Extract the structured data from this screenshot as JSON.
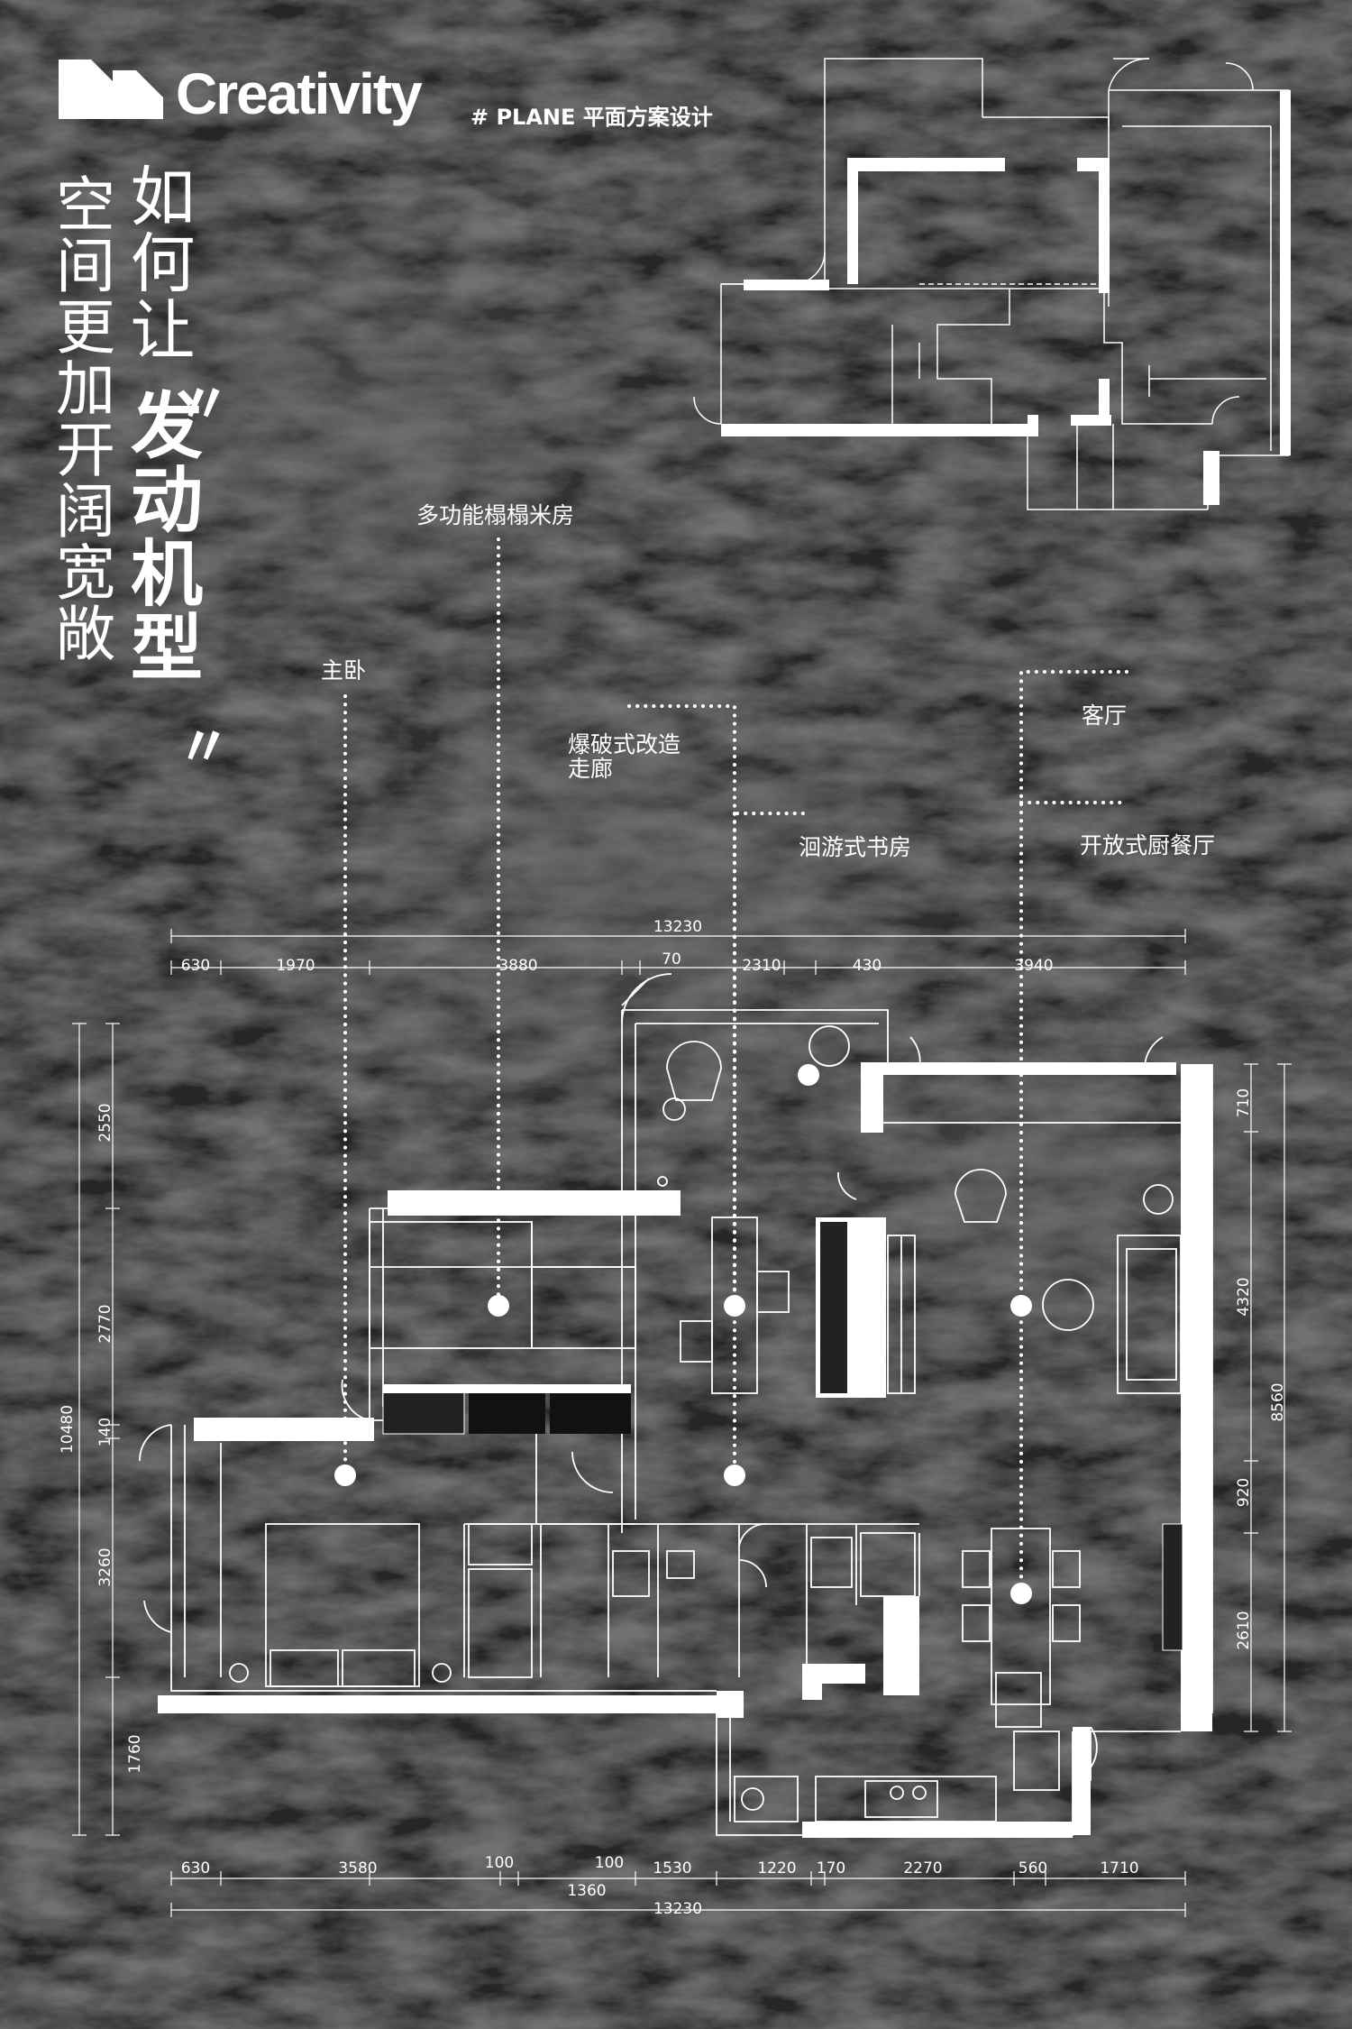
{
  "header": {
    "brand": "Creativity",
    "tag": "# PLANE 平面方案设计"
  },
  "headline": {
    "line_left": "空间更加开阔宽敞",
    "line_right": "如何让",
    "open_quote": "〃",
    "highlight": "发动机型",
    "close_quote": "〃"
  },
  "labels": {
    "tatami": "多功能榻榻米房",
    "master": "主卧",
    "corridor_1": "爆破式改造",
    "corridor_2": "走廊",
    "study": "洄游式书房",
    "living": "客厅",
    "kitchen": "开放式厨餐厅"
  },
  "dimensions": {
    "top_total": "13230",
    "top": [
      "630",
      "1970",
      "3880",
      "70",
      "2310",
      "430",
      "3940"
    ],
    "bottom": [
      "630",
      "3580",
      "100",
      "100",
      "1530",
      "1220",
      "170",
      "2270",
      "560",
      "1710"
    ],
    "bottom_sub": "1360",
    "bottom_total": "13230",
    "left_total": "10480",
    "left": [
      "2550",
      "2770",
      "140",
      "3260",
      "1760"
    ],
    "right_total": "8560",
    "right": [
      "710",
      "4320",
      "920",
      "2610"
    ]
  },
  "colors": {
    "background": "#2b2b2b",
    "line": "#ffffff"
  }
}
